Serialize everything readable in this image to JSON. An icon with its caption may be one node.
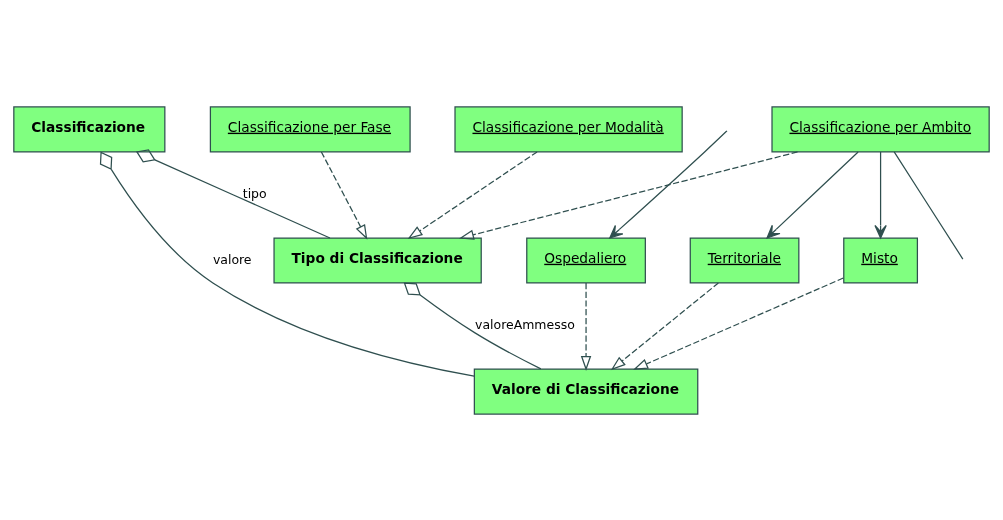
{
  "diagram": {
    "nodes": [
      {
        "text": [
          "Classificazione"
        ]
      },
      {
        "text": [
          "Tipo di Classificazione"
        ]
      },
      {
        "text": [
          "Valore di Classificazione"
        ]
      },
      {
        "text": [
          "Classificazione per Fase"
        ]
      },
      {
        "text": [
          "Classificazione per Modalità"
        ]
      },
      {
        "text": [
          "Classificazione per Ambito"
        ]
      },
      {
        "text": [
          "Ospedaliero"
        ]
      },
      {
        "text": [
          "Territoriale"
        ]
      },
      {
        "text": [
          "Misto"
        ]
      }
    ],
    "edges": [
      {
        "from": 0,
        "to": 1,
        "arrow": "other",
        "label": "tipo"
      },
      {
        "from": 0,
        "to": 2,
        "arrow": "other",
        "label": "valore"
      },
      {
        "from": 1,
        "to": 2,
        "arrow": "other",
        "label": "valoreAmmesso"
      },
      {
        "from": 3,
        "to": 1,
        "arrow": "to",
        "style": "dashed"
      },
      {
        "from": 4,
        "to": 1,
        "arrow": "to",
        "style": "dashed"
      },
      {
        "from": 5,
        "to": 1,
        "arrow": "to",
        "style": "dashed"
      },
      {
        "from": 6,
        "to": 2,
        "arrow": "to",
        "style": "dashed"
      },
      {
        "from": 7,
        "to": 2,
        "arrow": "to",
        "style": "dashed"
      },
      {
        "from": 8,
        "to": 2,
        "arrow": "to",
        "style": "dashed"
      },
      {
        "from": 5,
        "to": 8,
        "arrow": "to"
      },
      {
        "from": 5,
        "to": 7,
        "arrow": "to"
      },
      {
        "from": 5,
        "to": null,
        "arrow": "none"
      },
      {
        "from": null,
        "to": 6,
        "arrow": "to"
      }
    ]
  }
}
